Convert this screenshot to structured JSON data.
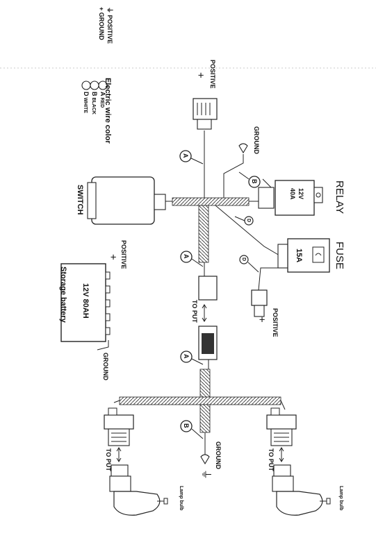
{
  "legend": {
    "positive": "POSITIVE",
    "ground": "GROUND",
    "wire_title": "Electric wire color",
    "wires": [
      {
        "code": "A",
        "color": "RED"
      },
      {
        "code": "B",
        "color": "BLACK"
      },
      {
        "code": "D",
        "color": "WHITE"
      }
    ]
  },
  "components": {
    "relay": {
      "label": "RELAY",
      "rating_top": "12V",
      "rating_bottom": "40A"
    },
    "fuse": {
      "label": "FUSE",
      "rating": "15A"
    },
    "switch": {
      "label": "SWITCH"
    },
    "battery": {
      "rating": "12V  80AH",
      "label": "Storage battery"
    }
  },
  "labels": {
    "positive_top": "POSITIVE",
    "ground_top": "GROUND",
    "positive_fuse": "POSITIVE",
    "positive_battery": "POSITIVE",
    "ground_battery": "GROUND",
    "ground_bottom": "GROUND",
    "to_put_mid": "TO PUT",
    "to_put_left": "TO PUT",
    "to_put_right": "TO PUT",
    "lamp_left": "Lamp bulb",
    "lamp_right": "Lamp bulb",
    "wire_a": "A",
    "wire_b": "B",
    "wire_d": "D",
    "plus": "+",
    "ground_sym": "⏚"
  }
}
